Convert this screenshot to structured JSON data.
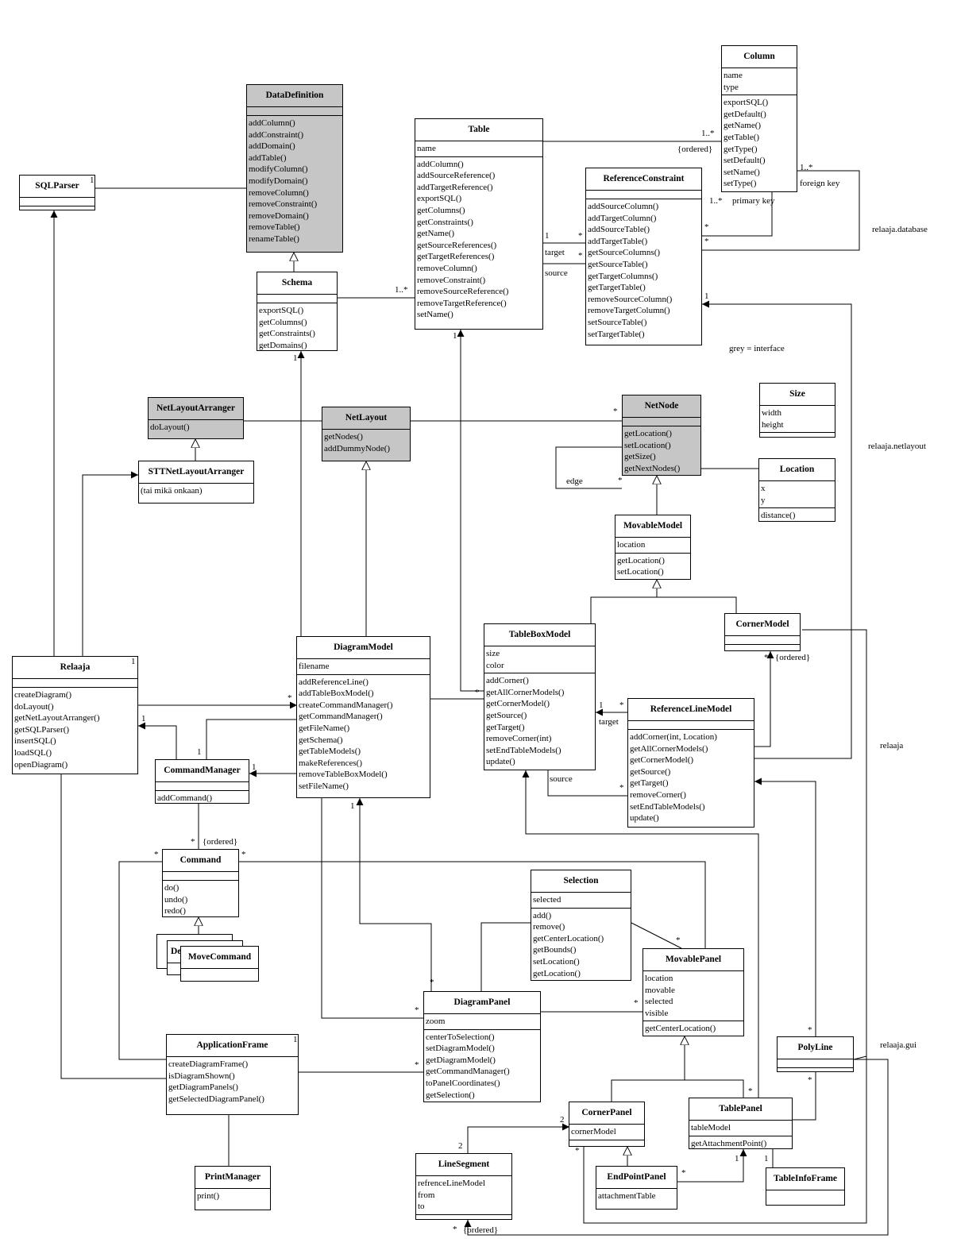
{
  "classes": {
    "datadefinition": {
      "name": "DataDefinition",
      "attrs": [],
      "ops": [
        "addColumn()",
        "addConstraint()",
        "addDomain()",
        "addTable()",
        "modifyColumn()",
        "modifyDomain()",
        "removeColumn()",
        "removeConstraint()",
        "removeDomain()",
        "removeTable()",
        "renameTable()"
      ]
    },
    "sqlparser": {
      "name": "SQLParser",
      "attrs": [],
      "ops": []
    },
    "schema": {
      "name": "Schema",
      "attrs": [],
      "ops": [
        "exportSQL()",
        "getColumns()",
        "getConstraints()",
        "getDomains()"
      ]
    },
    "table": {
      "name": "Table",
      "attrs": [
        "name"
      ],
      "ops": [
        "addColumn()",
        "addSourceReference()",
        "addTargetReference()",
        "exportSQL()",
        "getColumns()",
        "getConstraints()",
        "getName()",
        "getSourceReferences()",
        "getTargetReferences()",
        "removeColumn()",
        "removeConstraint()",
        "removeSourceReference()",
        "removeTargetReference()",
        "setName()"
      ]
    },
    "column": {
      "name": "Column",
      "attrs": [
        "name",
        "type"
      ],
      "ops": [
        "exportSQL()",
        "getDefault()",
        "getName()",
        "getTable()",
        "getType()",
        "setDefault()",
        "setName()",
        "setType()"
      ]
    },
    "referenceconstraint": {
      "name": "ReferenceConstraint",
      "attrs": [],
      "ops": [
        "addSourceColumn()",
        "addTargetColumn()",
        "addSourceTable()",
        "addTargetTable()",
        "getSourceColumns()",
        "getSourceTable()",
        "getTargetColumns()",
        "getTargetTable()",
        "removeSourceColumn()",
        "removeTargetColumn()",
        "setSourceTable()",
        "setTargetTable()"
      ]
    },
    "netlayoutarranger": {
      "name": "NetLayoutArranger",
      "attrs": [],
      "ops": [
        "doLayout()"
      ]
    },
    "sttnetlayoutarranger": {
      "name": "STTNetLayoutArranger",
      "attrs": [],
      "ops": [
        "(tai mikä onkaan)"
      ]
    },
    "netlayout": {
      "name": "NetLayout",
      "attrs": [],
      "ops": [
        "getNodes()",
        "addDummyNode()"
      ]
    },
    "netnode": {
      "name": "NetNode",
      "attrs": [],
      "ops": [
        "getLocation()",
        "setLocation()",
        "getSize()",
        "getNextNodes()"
      ]
    },
    "size": {
      "name": "Size",
      "attrs": [
        "width",
        "height"
      ],
      "ops": []
    },
    "location": {
      "name": "Location",
      "attrs": [
        "x",
        "y"
      ],
      "ops": [
        "distance()"
      ]
    },
    "movablemodel": {
      "name": "MovableModel",
      "attrs": [
        "location"
      ],
      "ops": [
        "getLocation()",
        "setLocation()"
      ]
    },
    "cornermodel": {
      "name": "CornerModel",
      "attrs": [],
      "ops": []
    },
    "tableboxmodel": {
      "name": "TableBoxModel",
      "attrs": [
        "size",
        "color"
      ],
      "ops": [
        "addCorner()",
        "getAllCornerModels()",
        "getCornerModel()",
        "getSource()",
        "getTarget()",
        "removeCorner(int)",
        "setEndTableModels()",
        "update()"
      ]
    },
    "referencelinemodel": {
      "name": "ReferenceLineModel",
      "attrs": [],
      "ops": [
        "addCorner(int, Location)",
        "getAllCornerModels()",
        "getCornerModel()",
        "getSource()",
        "getTarget()",
        "removeCorner()",
        "setEndTableModels()",
        "update()"
      ]
    },
    "relaaja": {
      "name": "Relaaja",
      "attrs": [],
      "ops": [
        "createDiagram()",
        "doLayout()",
        "getNetLayoutArranger()",
        "getSQLParser()",
        "insertSQL()",
        "loadSQL()",
        "openDiagram()"
      ]
    },
    "diagrammodel": {
      "name": "DiagramModel",
      "attrs": [
        "filename"
      ],
      "ops": [
        "addReferenceLine()",
        "addTableBoxModel()",
        "createCommandManager()",
        "getCommandManager()",
        "getFileName()",
        "getSchema()",
        "getTableModels()",
        "makeReferences()",
        "removeTableBoxModel()",
        "setFileName()"
      ]
    },
    "commandmanager": {
      "name": "CommandManager",
      "attrs": [],
      "ops": [
        "addCommand()"
      ]
    },
    "command": {
      "name": "Command",
      "attrs": [],
      "ops": [
        "do()",
        "undo()",
        "redo()"
      ]
    },
    "movecommand": {
      "name": "MoveCommand",
      "attrs": [],
      "ops": []
    },
    "selection": {
      "name": "Selection",
      "attrs": [
        "selected"
      ],
      "ops": [
        "add()",
        "remove()",
        "getCenterLocation()",
        "getBounds()",
        "setLocation()",
        "getLocation()"
      ]
    },
    "movablepanel": {
      "name": "MovablePanel",
      "attrs": [
        "location",
        "movable",
        "selected",
        "visible"
      ],
      "ops": [
        "getCenterLocation()"
      ]
    },
    "diagrampanel": {
      "name": "DiagramPanel",
      "attrs": [
        "zoom"
      ],
      "ops": [
        "centerToSelection()",
        "setDiagramModel()",
        "getDiagramModel()",
        "getCommandManager()",
        "toPanelCoordinates()",
        "getSelection()"
      ]
    },
    "applicationframe": {
      "name": "ApplicationFrame",
      "attrs": [],
      "ops": [
        "createDiagramFrame()",
        "isDiagramShown()",
        "getDiagramPanels()",
        "getSelectedDiagramPanel()"
      ]
    },
    "polyline": {
      "name": "PolyLine",
      "attrs": [],
      "ops": []
    },
    "cornerpanel": {
      "name": "CornerPanel",
      "attrs": [
        "cornerModel"
      ],
      "ops": []
    },
    "tablepanel": {
      "name": "TablePanel",
      "attrs": [
        "tableModel"
      ],
      "ops": [
        "getAttachmentPoint()"
      ]
    },
    "linesegment": {
      "name": "LineSegment",
      "attrs": [
        "refrenceLineModel",
        "from",
        "to"
      ],
      "ops": []
    },
    "endpointpanel": {
      "name": "EndPointPanel",
      "attrs": [
        "attachmentTable"
      ],
      "ops": []
    },
    "printmanager": {
      "name": "PrintManager",
      "attrs": [],
      "ops": [
        "print()"
      ]
    },
    "tableinfoframe": {
      "name": "TableInfoFrame",
      "attrs": [],
      "ops": []
    }
  },
  "stack_fragments": {
    "de": "De"
  },
  "labels": {
    "sqlparser_1": "1",
    "schema_table_mult": "1..*",
    "table_column_mult": "1..*",
    "ordered_1": "{ordered}",
    "col_ref_mult": "1..*",
    "primary_key": "primary key",
    "foreign_key_mult": "1..*",
    "foreign_key": "foreign key",
    "star_1": "*",
    "star_2": "*",
    "table_ref_1": "1",
    "table_ref_star": "*",
    "target_1": "target",
    "source_1": "source",
    "table_ref_star2": "*",
    "refcon_1": "1",
    "grey_interface": "grey = interface",
    "schema_1": "1",
    "table_1": "1",
    "netnode_star": "*",
    "edge": "edge",
    "edge_star": "*",
    "relaaja_1": "1",
    "relaaja_diag_star": "*",
    "relaaja_cm_1": "1",
    "cm_1": "1",
    "cm_relaaja_1": "1",
    "diagram_tbm_star": "*",
    "tbm_rlm_1": "1",
    "rlm_star": "*",
    "target_2": "target",
    "source_2": "source",
    "rlm_source_star": "*",
    "corner_star": "*",
    "ordered_2": "{ordered}",
    "command_star": "*",
    "ordered_3": "{ordered}",
    "command_left_star": "*",
    "command_right_star": "*",
    "diagrammodel_1": "1",
    "diagrampanel_star": "*",
    "diagrampanel_star2": "*",
    "movablepanel_star": "*",
    "movablepanel_star2": "*",
    "appframe_1": "1",
    "appframe_dp_star": "*",
    "polyline_star": "*",
    "polyline_star2": "*",
    "tablepanel_star": "*",
    "corner_2": "2",
    "segment_2": "2",
    "cornerpanel_star": "*",
    "endpoint_star": "*",
    "tablepanel_1": "1",
    "tableinfo_1": "1",
    "segment_star": "*",
    "ordered_4": "{ordered}"
  },
  "packages": {
    "database": "relaaja.database",
    "netlayout": "relaaja.netlayout",
    "relaaja": "relaaja",
    "gui": "relaaja.gui"
  },
  "interface_color": "#c6c6c6"
}
